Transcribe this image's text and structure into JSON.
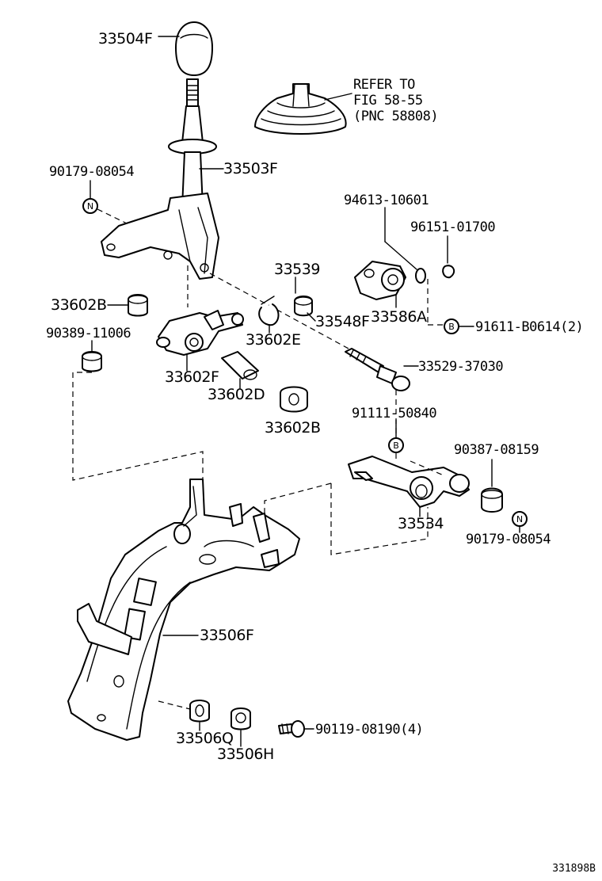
{
  "labels": {
    "p33504F": "33504F",
    "refer1": "REFER TO",
    "refer2": "FIG 58-55",
    "refer3": "(PNC 58808)",
    "p33503F": "33503F",
    "p90179a": "90179-08054",
    "p94613": "94613-10601",
    "p96151": "96151-01700",
    "p33539": "33539",
    "p33602B_a": "33602B",
    "p90389": "90389-11006",
    "p33548F": "33548F",
    "p33586A": "33586A",
    "p91611": "91611-B0614(2)",
    "p33602E": "33602E",
    "p33529": "33529-37030",
    "p33602F": "33602F",
    "p33602D": "33602D",
    "p91111": "91111-50840",
    "p33602B_b": "33602B",
    "p90387": "90387-08159",
    "p33534": "33534",
    "p90179b": "90179-08054",
    "p33506F": "33506F",
    "p33506Q": "33506Q",
    "p33506H": "33506H",
    "p90119": "90119-08190(4)",
    "figno": "331898B"
  },
  "badges": {
    "n": "N",
    "b": "B"
  }
}
